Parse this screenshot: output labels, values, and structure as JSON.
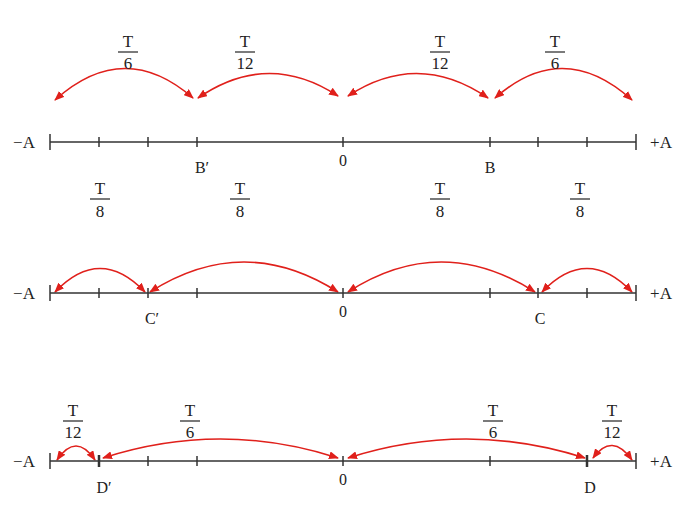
{
  "diagram": {
    "labels": [
      "T",
      "6",
      "T",
      "12",
      "T",
      "12",
      "T",
      "6",
      "−A",
      "B′",
      "0",
      "B",
      "+A",
      "T",
      "8",
      "T",
      "8",
      "T",
      "8",
      "T",
      "8",
      "−A",
      "C′",
      "0",
      "C",
      "+A",
      "T",
      "12",
      "T",
      "6",
      "T",
      "6",
      "T",
      "12",
      "−A",
      "D′",
      "0",
      "D",
      "+A"
    ]
  }
}
